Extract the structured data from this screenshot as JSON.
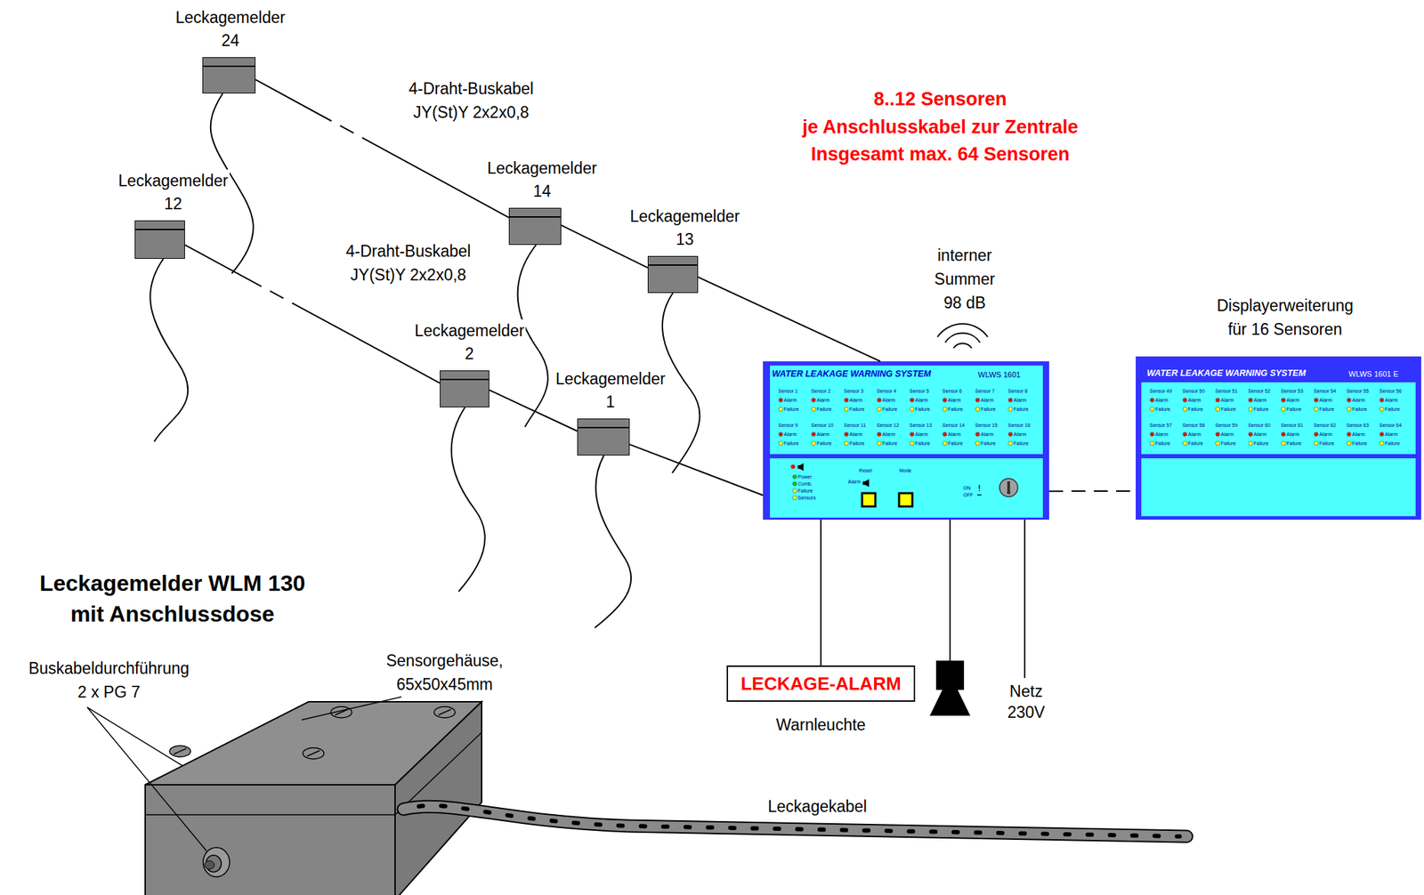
{
  "diagram": {
    "nodes": [
      {
        "text": [
          "Leckagemelder 24"
        ]
      },
      {
        "text": [
          "Leckagemelder 12"
        ]
      },
      {
        "text": [
          "Leckagemelder 14"
        ]
      },
      {
        "text": [
          "Leckagemelder 13"
        ]
      },
      {
        "text": [
          "Leckagemelder 2"
        ]
      },
      {
        "text": [
          "Leckagemelder 1"
        ]
      },
      {
        "text": [
          "WATER LEAKAGE WARNING SYSTEM",
          "WLWS 1601",
          "Sensor 1",
          "Alarm",
          "Failure",
          "Sensor 2",
          "Alarm",
          "Failure",
          "Sensor 3",
          "Alarm",
          "Failure",
          "Sensor 4",
          "Alarm",
          "Failure",
          "Sensor 5",
          "Alarm",
          "Failure",
          "Sensor 6",
          "Alarm",
          "Failure",
          "Sensor 7",
          "Alarm",
          "Failure",
          "Sensor 8",
          "Alarm",
          "Failure",
          "Sensor 9",
          "Alarm",
          "Failure",
          "Sensor 10",
          "Alarm",
          "Failure",
          "Sensor 11",
          "Alarm",
          "Failure",
          "Sensor 12",
          "Alarm",
          "Failure",
          "Sensor 13",
          "Alarm",
          "Failure",
          "Sensor 14",
          "Alarm",
          "Failure",
          "Sensor 15",
          "Alarm",
          "Failure",
          "Sensor 16",
          "Alarm",
          "Failure",
          "Power",
          "Comb.",
          "Failure",
          "Sensors",
          "Reset",
          "Alarm",
          "Mode",
          "ON",
          "OFF"
        ]
      },
      {
        "text": [
          "WATER LEAKAGE WARNING SYSTEM",
          "WLWS 1601 E",
          "Sensor 49",
          "Alarm",
          "Failure",
          "Sensor 50",
          "Alarm",
          "Failure",
          "Sensor 51",
          "Alarm",
          "Failure",
          "Sensor 52",
          "Alarm",
          "Failure",
          "Sensor 53",
          "Alarm",
          "Failure",
          "Sensor 54",
          "Alarm",
          "Failure",
          "Sensor 55",
          "Alarm",
          "Failure",
          "Sensor 56",
          "Alarm",
          "Failure",
          "Sensor 57",
          "Alarm",
          "Failure",
          "Sensor 58",
          "Alarm",
          "Failure",
          "Sensor 59",
          "Alarm",
          "Failure",
          "Sensor 60",
          "Alarm",
          "Failure",
          "Sensor 61",
          "Alarm",
          "Failure",
          "Sensor 62",
          "Alarm",
          "Failure",
          "Sensor 63",
          "Alarm",
          "Failure",
          "Sensor 64",
          "Alarm",
          "Failure"
        ]
      },
      {
        "text": [
          "LECKAGE-ALARM",
          "Warnleuchte"
        ]
      }
    ],
    "edges": [
      {
        "from": 0,
        "to": 2,
        "arrow": "none"
      },
      {
        "from": 2,
        "to": 3,
        "arrow": "none"
      },
      {
        "from": 3,
        "to": 6,
        "arrow": "none"
      },
      {
        "from": 1,
        "to": 4,
        "arrow": "none"
      },
      {
        "from": 4,
        "to": 5,
        "arrow": "none"
      },
      {
        "from": 5,
        "to": 6,
        "arrow": "none"
      },
      {
        "from": 6,
        "to": 7,
        "arrow": "none"
      },
      {
        "from": 6,
        "to": 8,
        "arrow": "none"
      }
    ],
    "labels": [
      "4-Draht-Buskabel",
      "JY(St)Y 2x2x0,8",
      "4-Draht-Buskabel",
      "JY(St)Y 2x2x0,8",
      "8..12 Sensoren",
      "je Anschlusskabel zur Zentrale",
      "Insgesamt max. 64 Sensoren",
      "interner",
      "Summer",
      "98 dB",
      "Displayerweiterung",
      "für 16 Sensoren",
      "Netz",
      "230V",
      "Leckagemelder WLM 130",
      "mit Anschlussdose",
      "Sensorgehäuse,",
      "65x50x45mm",
      "Buskabeldurchführung",
      "2 x PG 7",
      "Leckagekabel"
    ]
  }
}
